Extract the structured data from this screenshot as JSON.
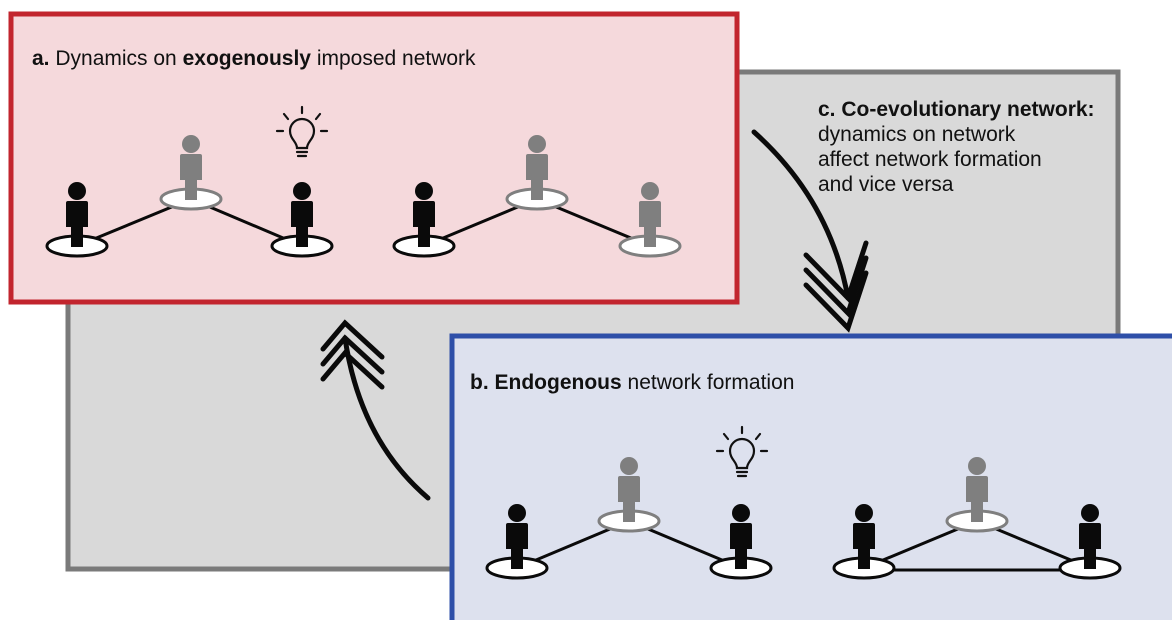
{
  "panel_a": {
    "prefix": "a.",
    "text_before": "Dynamics on",
    "emphasis": "exogenously",
    "text_after": "imposed network",
    "border_color": "#c2252e",
    "fill_color": "#f5d9dc"
  },
  "panel_b": {
    "prefix": "b.",
    "emphasis": "Endogenous",
    "text_after": "network formation",
    "border_color": "#2e4fa8",
    "fill_color": "#dde1ee"
  },
  "panel_c": {
    "title": "c. Co-evolutionary network:",
    "lines": [
      "dynamics on network",
      "affect network formation",
      "and vice versa"
    ],
    "border_color": "#7a7a7a",
    "fill_color": "#d9d9d9"
  },
  "colors": {
    "active_person": "#0a0a0a",
    "inactive_person": "#7f7f7f",
    "idea_icon": "#111111"
  },
  "icons": [
    "lightbulb-icon",
    "person-icon",
    "triple-chevron-arrow-icon"
  ]
}
